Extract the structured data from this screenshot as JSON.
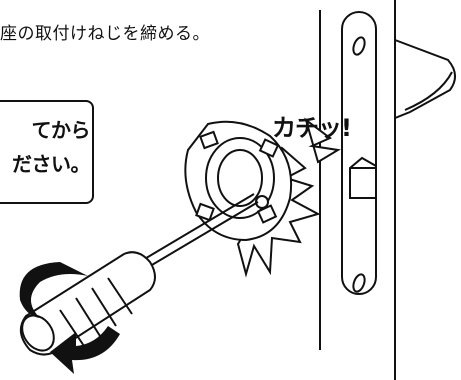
{
  "instruction": {
    "caption": "座の取付けねじを締める。"
  },
  "callout": {
    "line1": "てから",
    "line2": "ださい。"
  },
  "sound_effect": "カチッ!",
  "icons": {
    "screwdriver": "screwdriver-icon",
    "rotation_arrow": "rotate-arrow-icon",
    "bracket": "bracket-seat-icon",
    "strike_plate": "strike-plate-icon",
    "lever_handle": "lever-handle-icon",
    "burst": "click-burst-icon"
  }
}
